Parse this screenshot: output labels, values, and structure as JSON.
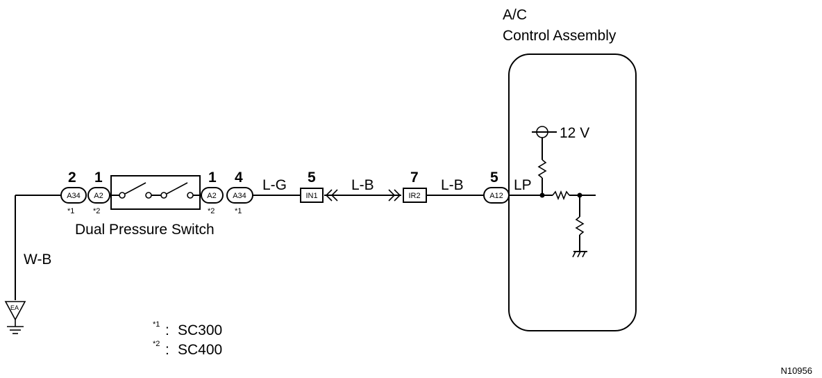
{
  "assembly": {
    "title_line1": "A/C",
    "title_line2": "Control Assembly"
  },
  "switch": {
    "label": "Dual Pressure Switch"
  },
  "connectors": {
    "left_outer": {
      "code": "A34",
      "pin": "2",
      "note": "*1"
    },
    "left_inner": {
      "code": "A2",
      "pin": "1",
      "note": "*2"
    },
    "right_inner": {
      "code": "A2",
      "pin": "1",
      "note": "*2"
    },
    "right_outer": {
      "code": "A34",
      "pin": "4",
      "note": "*1"
    },
    "in1": {
      "code": "IN1",
      "pin": "5"
    },
    "ir2": {
      "code": "IR2",
      "pin": "7"
    },
    "a12": {
      "code": "A12",
      "pin": "5"
    }
  },
  "wires": {
    "lg": "L-G",
    "lb1": "L-B",
    "lb2": "L-B",
    "wb": "W-B"
  },
  "terminal": {
    "lp": "LP"
  },
  "supply": {
    "voltage": "12 V"
  },
  "ground": {
    "code": "EA"
  },
  "legend": [
    {
      "mark": "*1",
      "sep": ":",
      "model": "SC300"
    },
    {
      "mark": "*2",
      "sep": ":",
      "model": "SC400"
    }
  ],
  "figure_id": "N10956"
}
